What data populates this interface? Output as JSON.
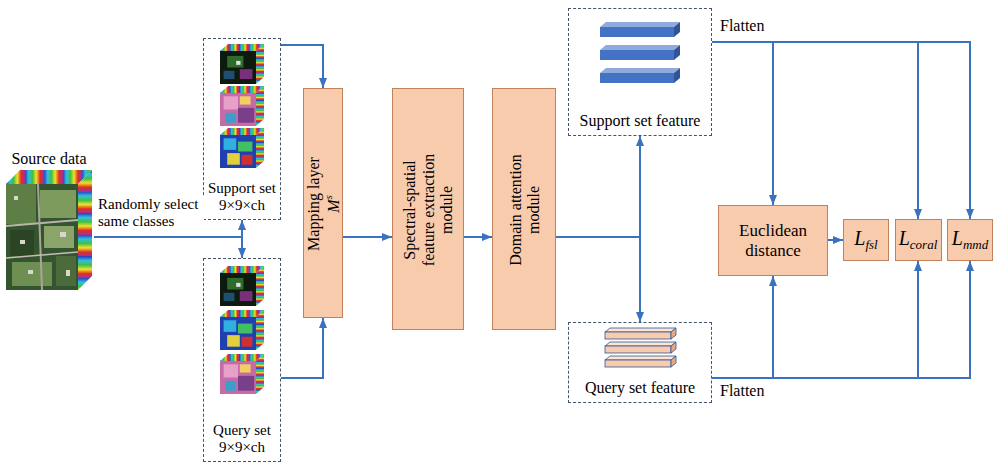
{
  "diagram": {
    "nodes": [
      {
        "text": [
          "Source data"
        ]
      },
      {
        "text": [
          "Support set",
          "9×9×ch"
        ]
      },
      {
        "text": [
          "Query set",
          "9×9×ch"
        ]
      },
      {
        "text": [
          "Mapping layer",
          "M",
          "s"
        ]
      },
      {
        "text": [
          "Spectral-spatial feature extraction module"
        ]
      },
      {
        "text": [
          "Domain attention module"
        ]
      },
      {
        "text": [
          "Support set feature"
        ]
      },
      {
        "text": [
          "Query set feature"
        ]
      },
      {
        "text": [
          "Euclidean distance"
        ]
      },
      {
        "text": [
          "L",
          "fsl"
        ]
      },
      {
        "text": [
          "L",
          "coral"
        ]
      },
      {
        "text": [
          "L",
          "mmd"
        ]
      }
    ],
    "edges": [
      {
        "from": 0,
        "to": 1,
        "arrow": "to",
        "label": "Randomly select same classes"
      },
      {
        "from": 0,
        "to": 2,
        "arrow": "to"
      },
      {
        "from": 1,
        "to": 3,
        "arrow": "to"
      },
      {
        "from": 2,
        "to": 3,
        "arrow": "to"
      },
      {
        "from": 3,
        "to": 4,
        "arrow": "to"
      },
      {
        "from": 4,
        "to": 5,
        "arrow": "to"
      },
      {
        "from": 5,
        "to": 6,
        "arrow": "to"
      },
      {
        "from": 5,
        "to": 7,
        "arrow": "to"
      },
      {
        "from": 6,
        "to": 8,
        "arrow": "to",
        "label": "Flatten"
      },
      {
        "from": 6,
        "to": 10,
        "arrow": "to"
      },
      {
        "from": 6,
        "to": 11,
        "arrow": "to"
      },
      {
        "from": 7,
        "to": 8,
        "arrow": "to",
        "label": "Flatten"
      },
      {
        "from": 7,
        "to": 10,
        "arrow": "to"
      },
      {
        "from": 7,
        "to": 11,
        "arrow": "to"
      },
      {
        "from": 8,
        "to": 9,
        "arrow": "to"
      }
    ]
  }
}
